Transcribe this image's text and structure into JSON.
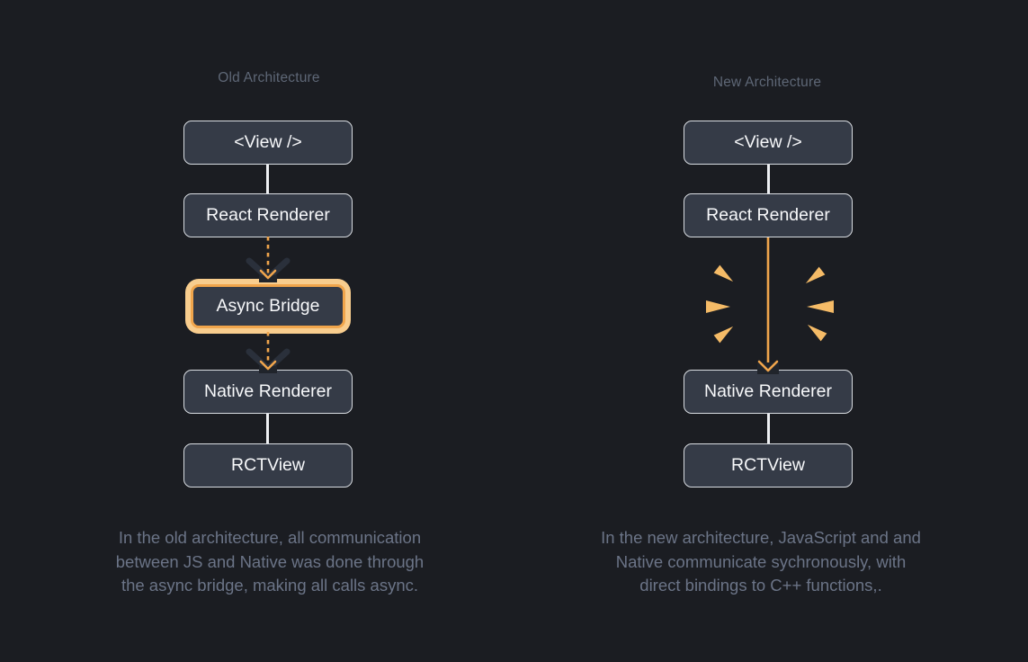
{
  "old": {
    "title": "Old Architecture",
    "nodes": {
      "view": "<View />",
      "react_renderer": "React Renderer",
      "async_bridge": "Async Bridge",
      "native_renderer": "Native Renderer",
      "rctview": "RCTView"
    },
    "caption": {
      "line1": "In the old architecture, all communication",
      "line2": "between JS and Native was done through",
      "line3": "the async bridge, making all calls async."
    }
  },
  "new": {
    "title": "New Architecture",
    "nodes": {
      "view": "<View />",
      "react_renderer": "React Renderer",
      "native_renderer": "Native Renderer",
      "rctview": "RCTView"
    },
    "caption": {
      "line1": "In the new architecture, JavaScript and and",
      "line2": "Native communicate sychronously, with",
      "line3": "direct bindings to C++ functions,."
    }
  },
  "icons": {
    "dashed_async_arrow": "dashed-arrow-down-icon",
    "sync_arrow": "solid-arrow-down-icon",
    "spark_burst": "spark-burst-icon"
  },
  "colors": {
    "background": "#1b1d22",
    "node_fill": "#353b47",
    "node_border": "#d9dde2",
    "node_text": "#f7f8fa",
    "connector_white": "#eef0f3",
    "accent_orange": "#f0a54c",
    "bridge_glow": "#f8cd8e",
    "spark_orange": "#f5bb67",
    "dark_chevron": "#2a303b",
    "muted_title": "#5e6776",
    "muted_caption": "#6b7487"
  }
}
